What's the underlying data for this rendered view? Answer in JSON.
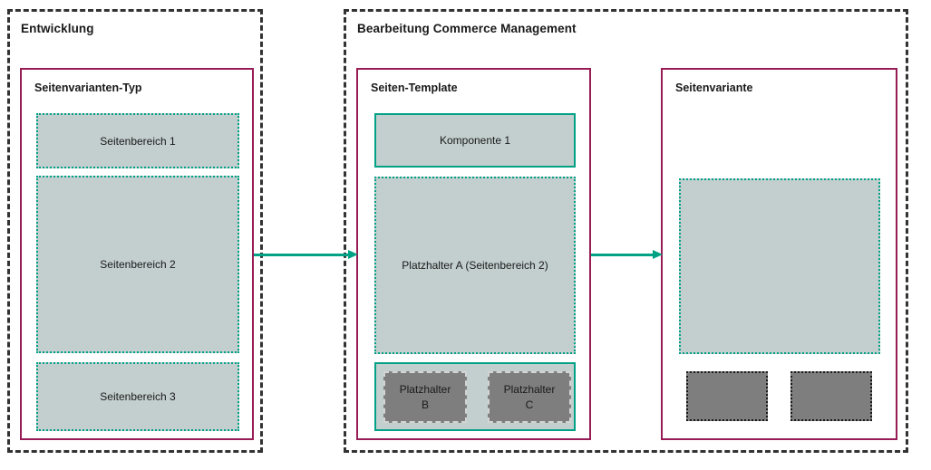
{
  "colors": {
    "teal": "#00A185",
    "maroon": "#971B54",
    "box_fill": "#C3CECE",
    "dark_fill": "#7E7E7E",
    "dash_border": "#333333"
  },
  "groups": {
    "entwicklung": {
      "title": "Entwicklung"
    },
    "bearbeitung": {
      "title": "Bearbeitung Commerce Management"
    }
  },
  "seitenvarianten_typ": {
    "title": "Seitenvarianten-Typ",
    "areas": [
      "Seitenbereich 1",
      "Seitenbereich 2",
      "Seitenbereich 3"
    ]
  },
  "seiten_template": {
    "title": "Seiten-Template",
    "komponente": "Komponente 1",
    "platzhalter_a": "Platzhalter A (Seitenbereich 2)",
    "platzhalter_b": "Platzhalter B",
    "platzhalter_c": "Platzhalter C"
  },
  "seitenvariante": {
    "title": "Seitenvariante"
  }
}
